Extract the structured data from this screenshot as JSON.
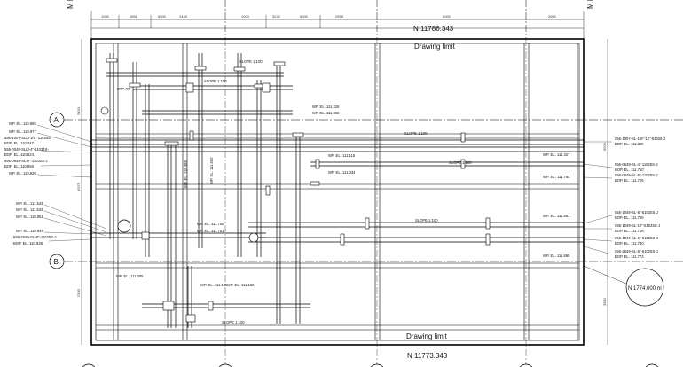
{
  "corner_labels": {
    "left": "M FC",
    "right": "M FC"
  },
  "coordinates": {
    "north_top": "N 11786.343",
    "north_bottom": "N 11773.343"
  },
  "labels": {
    "drawing_limit_top": "Drawing limit",
    "drawing_limit_bottom": "Drawing limit",
    "elevation_marker": "N 1774.000 m"
  },
  "grid": {
    "axis_a": "A",
    "axis_b": "B"
  },
  "top_dimensions": [
    "1000",
    "1551",
    "6000",
    "2449",
    "1000",
    "3242",
    "6000",
    "2558",
    "6000",
    "3000"
  ],
  "side_dimensions": {
    "left_0": "2450",
    "left_1": "6375",
    "left_2": "2300",
    "right_0": "6500",
    "right_1": "3500"
  },
  "slopes": [
    "SLOPE 1:100",
    "SLOPE 1:100",
    "SLOPE 1:100",
    "SLOPE 1:100",
    "SLOPE 1:100",
    "SLOPE 1:100"
  ],
  "interior_labels": [
    "WP. EL. 111.226",
    "WP. EL. 111.665",
    "WP. EL. 111.115",
    "WP. EL. 111.034",
    "WP. EL. 111.327",
    "WP. EL. 111.764",
    "WP. EL. 111.661",
    "WP. EL. 111.665",
    "WP. EL. 111.755",
    "WP. EL. 111.751",
    "WP. EL. 111.305",
    "WP. EL. 111.155",
    "WP. EL. 111.155",
    "BTC 07",
    "WP. EL. 118.389",
    "WP. EL. 111.650"
  ],
  "left_notes": [
    "WP. EL. 110.985",
    "WP. EL. 110.977",
    "555-1007-SL(J-1/6\"-11034S-",
    "BOP. EL. 110.747",
    "555-0049-SL(J-4\"-11034S-",
    "BOP. EL. 110.824",
    "555-0649-SL-8\"-11032S-J",
    "BOP. EL. 110.855",
    "WP. EL. 110.920",
    "WP. EL. 111.543",
    "WP. EL. 111.543",
    "WP. EL. 110.951",
    "WP. EL. 110.949",
    "555-2649-SL-8\"-11025S-J",
    "BOP. EL. 110.838"
  ],
  "right_notes": [
    "555-1007-SL-1/6\"-12\"-51025-J",
    "BOP. EL. 111.326",
    "555-0649-SL-4\"-11025S-J",
    "BOP. EL. 111.710",
    "555-0649-SL-6\"-11025S-J",
    "BOP. EL. 111.726",
    "555-1049-SL-8\"-51025S-J",
    "BOP. EL. 111.726",
    "555-1049-SL-10\"-51025S-J",
    "BOP. EL. 111.715",
    "555-1049-SL-6\"-51025S-J",
    "BOP. EL. 111.740",
    "555-2649-SL-8\"-51025S-J",
    "BOP. EL. 111.773"
  ]
}
